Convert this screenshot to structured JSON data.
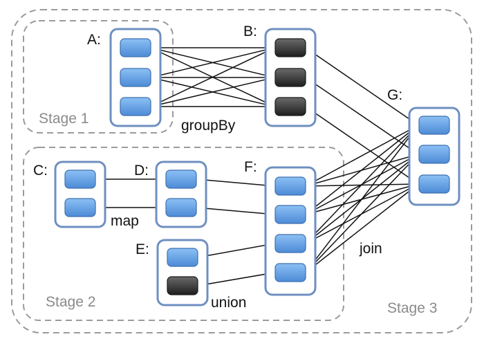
{
  "stages": [
    {
      "id": "stage1",
      "label": "Stage 1"
    },
    {
      "id": "stage2",
      "label": "Stage 2"
    },
    {
      "id": "stage3",
      "label": "Stage 3"
    }
  ],
  "rdds": [
    {
      "id": "A",
      "label": "A:",
      "partitions": [
        "blue",
        "blue",
        "blue"
      ]
    },
    {
      "id": "B",
      "label": "B:",
      "partitions": [
        "dark",
        "dark",
        "dark"
      ]
    },
    {
      "id": "C",
      "label": "C:",
      "partitions": [
        "blue",
        "blue"
      ]
    },
    {
      "id": "D",
      "label": "D:",
      "partitions": [
        "blue",
        "blue"
      ]
    },
    {
      "id": "E",
      "label": "E:",
      "partitions": [
        "blue",
        "dark"
      ]
    },
    {
      "id": "F",
      "label": "F:",
      "partitions": [
        "blue",
        "blue",
        "blue",
        "blue"
      ]
    },
    {
      "id": "G",
      "label": "G:",
      "partitions": [
        "blue",
        "blue",
        "blue"
      ]
    }
  ],
  "operations": [
    {
      "id": "groupBy",
      "label": "groupBy"
    },
    {
      "id": "map",
      "label": "map"
    },
    {
      "id": "union",
      "label": "union"
    },
    {
      "id": "join",
      "label": "join"
    }
  ],
  "edges": [
    {
      "from": "A",
      "to": "B",
      "kind": "all-to-all"
    },
    {
      "from": "C",
      "to": "D",
      "kind": "one-to-one"
    },
    {
      "from": "D",
      "to": "F",
      "kind": "one-to-one-offset-0"
    },
    {
      "from": "E",
      "to": "F",
      "kind": "one-to-one-offset-2"
    },
    {
      "from": "B",
      "to": "G",
      "kind": "one-to-one"
    },
    {
      "from": "F",
      "to": "G",
      "kind": "all-to-all"
    }
  ],
  "colors": {
    "partition_blue": "#5b9be0",
    "partition_dark": "#3a3a3a",
    "rdd_border": "#6e8fc0",
    "stage_border": "#9a9a9a",
    "arrow": "#111111"
  }
}
